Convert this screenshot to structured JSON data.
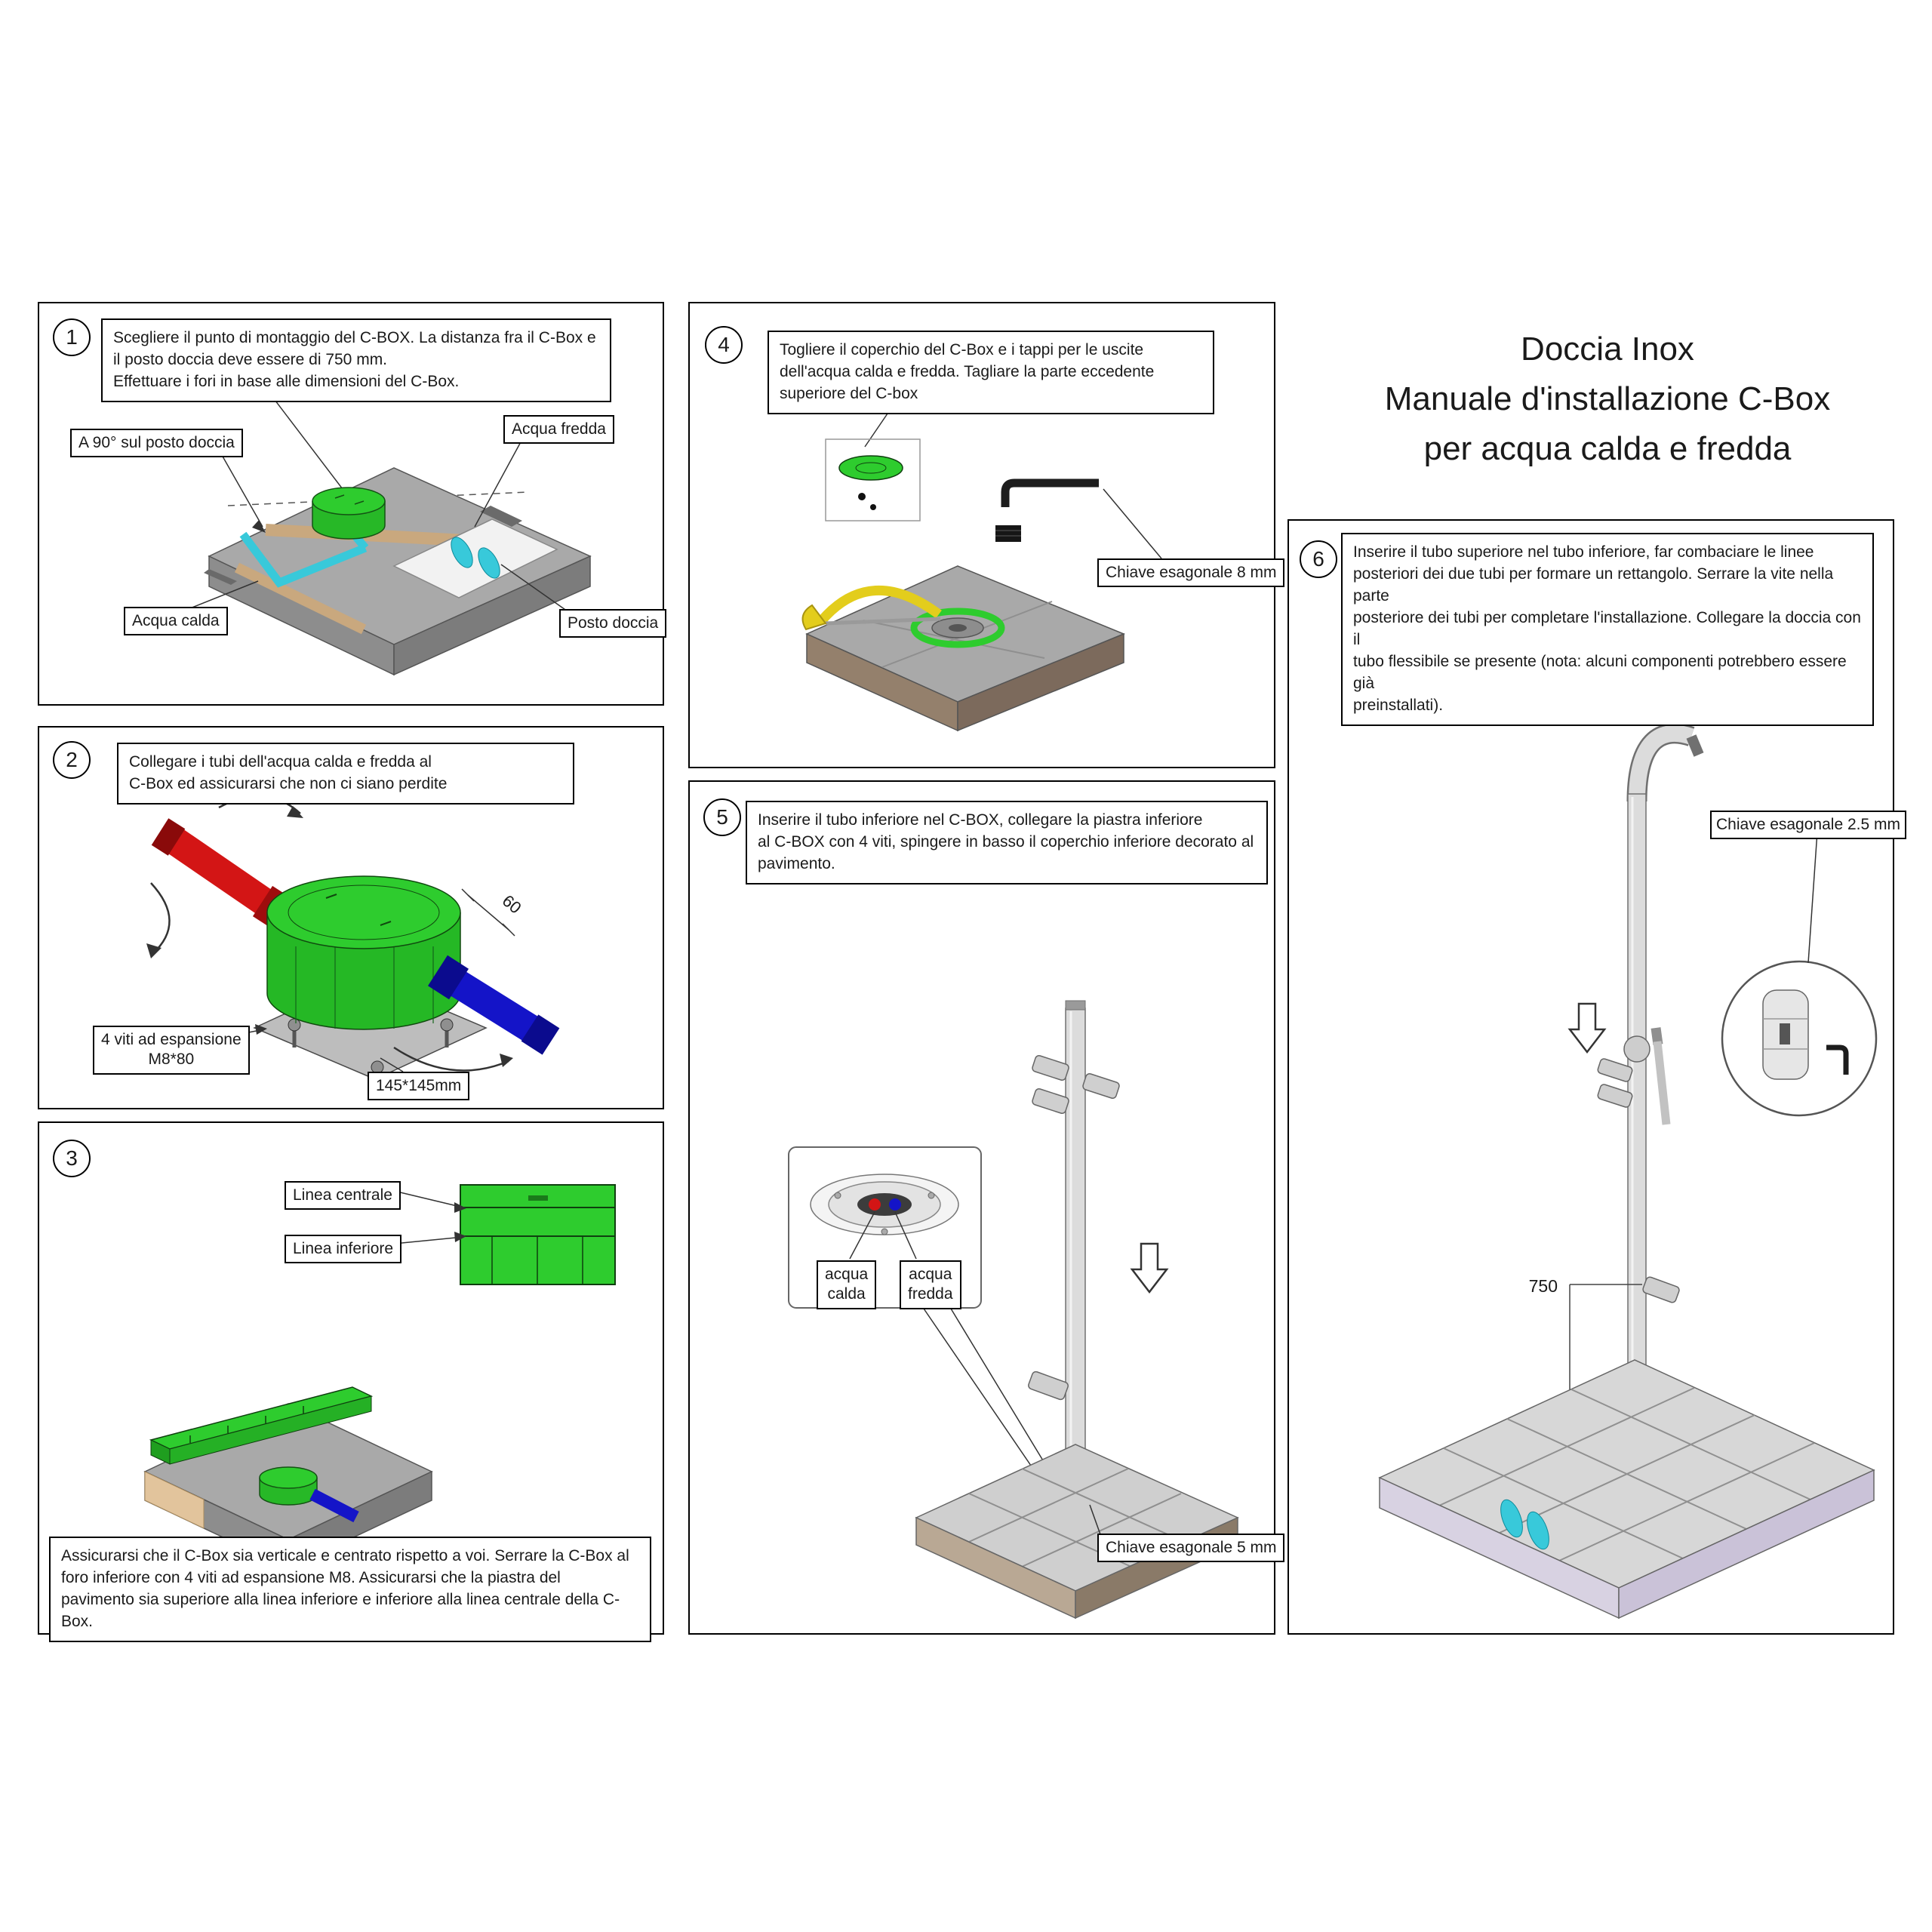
{
  "title": {
    "lines": [
      "Doccia Inox",
      "Manuale d'installazione C-Box",
      "per acqua calda e fredda"
    ]
  },
  "panel1": {
    "number": "1",
    "instruction": "Scegliere il punto di montaggio del C-BOX. La distanza fra il C-Box e\nil posto doccia deve essere di 750 mm.\nEffettuare i fori in base alle dimensioni del C-Box.",
    "label_angle": "A 90° sul posto doccia",
    "label_cold": "Acqua fredda",
    "label_hot": "Acqua calda",
    "label_shower": "Posto doccia"
  },
  "panel2": {
    "number": "2",
    "instruction": "Collegare i tubi dell'acqua calda e fredda al\nC-Box ed assicurarsi che non ci siano perdite",
    "label_screws": "4 viti ad espansione\nM8*80",
    "label_plate": "145*145mm",
    "dim_60": "60"
  },
  "panel3": {
    "number": "3",
    "label_center": "Linea centrale",
    "label_lower": "Linea inferiore",
    "instruction": "Assicurarsi che il C-Box sia verticale e centrato rispetto a voi. Serrare la C-Box al\nforo inferiore con 4 viti ad espansione M8. Assicurarsi che la piastra del\npavimento sia superiore alla linea inferiore e inferiore alla linea centrale della C-\nBox."
  },
  "panel4": {
    "number": "4",
    "instruction": "Togliere il coperchio del C-Box e i tappi per le uscite\ndell'acqua calda e fredda. Tagliare la parte eccedente\nsuperiore del C-box",
    "label_key": "Chiave esagonale 8 mm"
  },
  "panel5": {
    "number": "5",
    "instruction": "Inserire il tubo inferiore nel C-BOX, collegare la piastra inferiore\nal C-BOX con 4 viti, spingere in basso il coperchio inferiore decorato al\npavimento.",
    "label_hot": "acqua\ncalda",
    "label_cold": "acqua\nfredda",
    "label_key": "Chiave esagonale 5 mm"
  },
  "panel6": {
    "number": "6",
    "instruction": "Inserire il tubo superiore nel tubo inferiore, far combaciare le linee\nposteriori dei due tubi per formare un rettangolo. Serrare la vite nella parte\nposteriore dei tubi per completare l'installazione. Collegare la doccia con il\ntubo flessibile se presente (nota: alcuni componenti potrebbero essere già\npreinstallati).",
    "label_key": "Chiave esagonale 2.5 mm",
    "dim_750": "750"
  },
  "colors": {
    "cbox_green": "#2ecc2e",
    "hot_red": "#d31515",
    "cold_blue": "#1414c8",
    "water_cyan": "#38c9da",
    "slab_gray": "#a9a9a9",
    "saw_yellow": "#e3cd1c"
  }
}
